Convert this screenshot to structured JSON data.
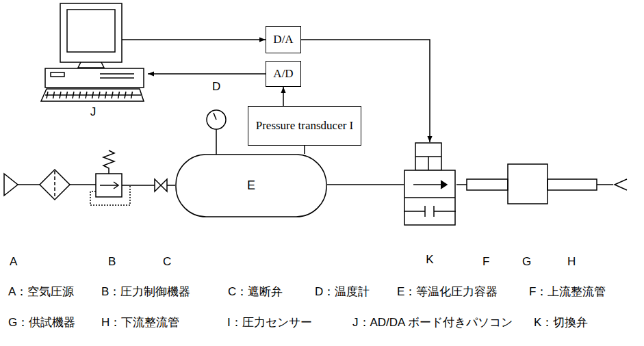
{
  "diagram": {
    "nodes": [
      {
        "text": [
          "J"
        ]
      },
      {
        "text": [
          "D/A"
        ]
      },
      {
        "text": [
          "A/D"
        ]
      },
      {
        "text": [
          "Pressure transducer I"
        ]
      },
      {
        "text": [
          "E"
        ]
      },
      {
        "text": [
          "K"
        ]
      }
    ],
    "edges": [
      {
        "from": 0,
        "to": 1,
        "arrow": "to"
      },
      {
        "from": 2,
        "to": 0,
        "arrow": "to"
      },
      {
        "from": 3,
        "to": 2,
        "arrow": "to"
      },
      {
        "from": 1,
        "to": 5,
        "arrow": "to"
      },
      {
        "from": 4,
        "to": 3,
        "arrow": "none"
      },
      {
        "from": 4,
        "to": 5,
        "arrow": "none"
      }
    ],
    "labels": [
      "D",
      "A",
      "B",
      "C",
      "F",
      "G",
      "H",
      "A：空気圧源",
      "B：圧力制御機器",
      "C：遮断弁",
      "D：温度計",
      "E：等温化圧力容器",
      "F：上流整流管",
      "G：供試機器",
      "H：下流整流管",
      "I：圧力センサー",
      "J：AD/DA ボード付きパソコン",
      "K：切換弁"
    ]
  }
}
